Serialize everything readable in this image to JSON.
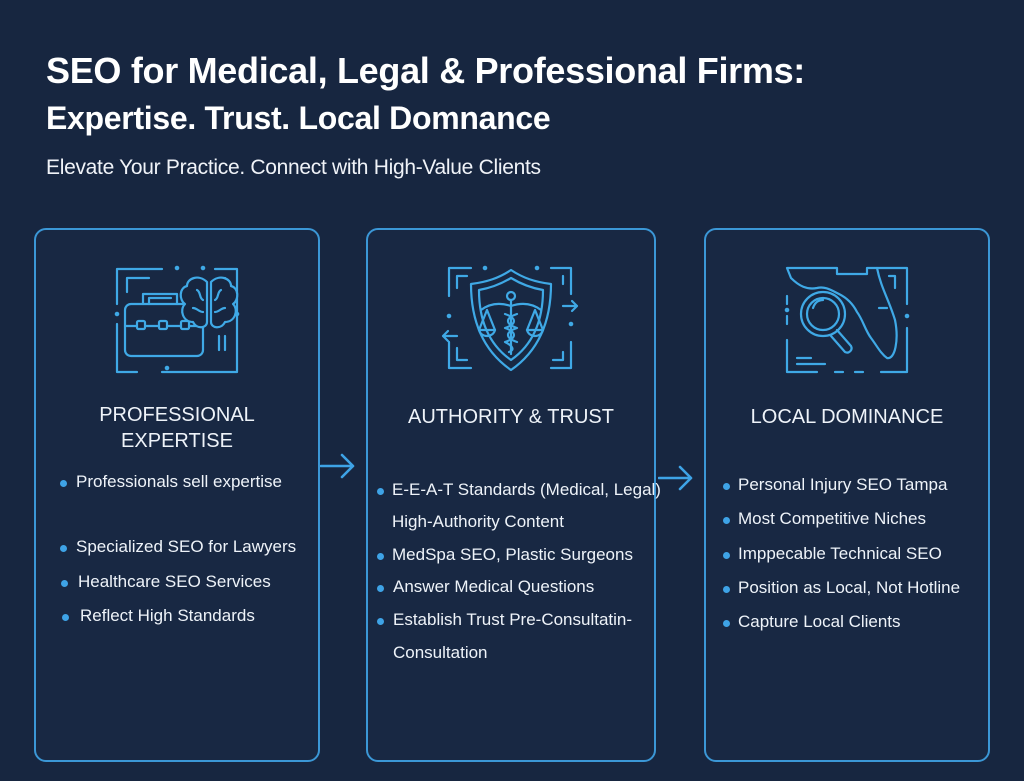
{
  "header": {
    "title_line1": "SEO for Medical, Legal & Professional Firms:",
    "title_line2": "Expertise. Trust. Local Domnance",
    "subtitle": "Elevate Your Practice. Connect with High-Value Clients"
  },
  "colors": {
    "background": "#172640",
    "card_border": "#3b97d6",
    "accent": "#3ea3e6",
    "text": "#ffffff"
  },
  "cards": [
    {
      "icon": "briefcase-brain-icon",
      "title_line1": "PROFESSIONAL",
      "title_line2": "EXPERTISE",
      "items": [
        "Professionals sell expertise",
        "Specialized SEO for Lawyers",
        "Healthcare SEO Services",
        "Reflect High Standards"
      ]
    },
    {
      "icon": "shield-caduceus-scales-icon",
      "title_line1": "AUTHORITY & TRUST",
      "items": [
        "E-E-A-T Standards (Medical, Legal)",
        "High-Authority Content",
        "MedSpa SEO, Plastic Surgeons",
        "Answer Medical Questions",
        "Establish Trust Pre-Consultatin-",
        "Consultation"
      ]
    },
    {
      "icon": "florida-map-magnifier-icon",
      "title_line1": "LOCAL DOMINANCE",
      "items": [
        "Personal Injury SEO Tampa",
        "Most Competitive Niches",
        "Imppecable Technical SEO",
        "Position as Local, Not Hotline",
        "Capture Local Clients"
      ]
    }
  ],
  "connectors": [
    "arrow-right-icon",
    "arrow-right-icon"
  ]
}
